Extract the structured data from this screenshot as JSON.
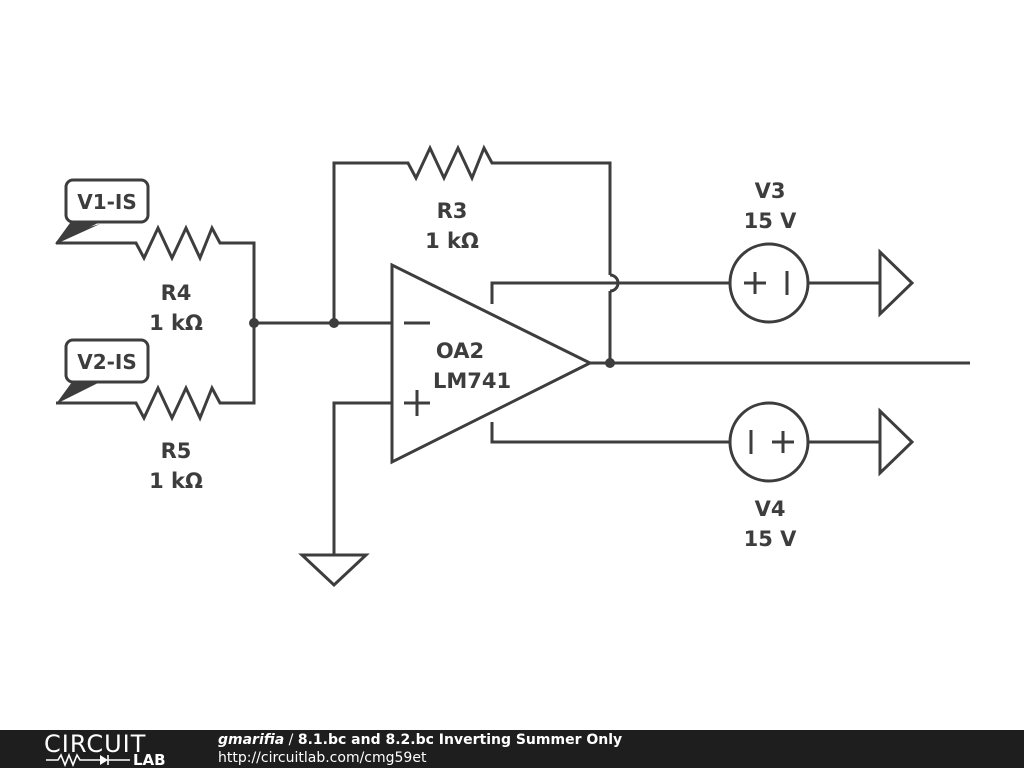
{
  "schematic": {
    "labels": {
      "v1_tag": "V1-IS",
      "v2_tag": "V2-IS",
      "r3_name": "R3",
      "r3_value": "1 kΩ",
      "r4_name": "R4",
      "r4_value": "1 kΩ",
      "r5_name": "R5",
      "r5_value": "1 kΩ",
      "oa_name": "OA2",
      "oa_model": "LM741",
      "v3_name": "V3",
      "v3_value": "15 V",
      "v4_name": "V4",
      "v4_value": "15 V"
    }
  },
  "footer": {
    "logo_text": "CIRCUIT",
    "logo_sub": "LAB",
    "author": "gmarifia",
    "separator": " / ",
    "title": "8.1.bc and 8.2.bc Inverting Summer Only",
    "url": "http://circuitlab.com/cmg59et"
  },
  "colors": {
    "ink": "#3d3d3d",
    "footer_bg": "#1e1e1e",
    "footer_text": "#ffffff"
  }
}
